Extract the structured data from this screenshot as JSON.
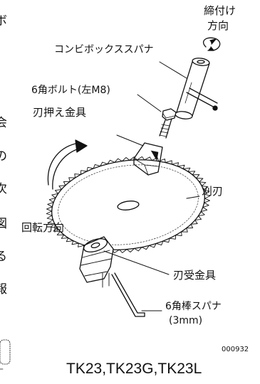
{
  "labels": {
    "tightening_direction": [
      "締付け",
      "方向"
    ],
    "combi_box_spanner": "コンビボックススパナ",
    "hex_bolt": "6角ボルト(左M8)",
    "blade_holder": "刃押え金具",
    "rotation_direction": "回転方向",
    "blade": "刈刃",
    "blade_receiver": "刃受金具",
    "hex_bar_spanner": [
      "6角棒スパナ",
      "(3mm)"
    ]
  },
  "figure_code": "000932",
  "models": "TK23,TK23G,TK23L",
  "cropped_text": {
    "left_column": [
      "ボ",
      "会",
      "の",
      "次",
      "図",
      "る",
      "報"
    ]
  },
  "colors": {
    "ink": "#111111",
    "paper": "#ffffff"
  }
}
